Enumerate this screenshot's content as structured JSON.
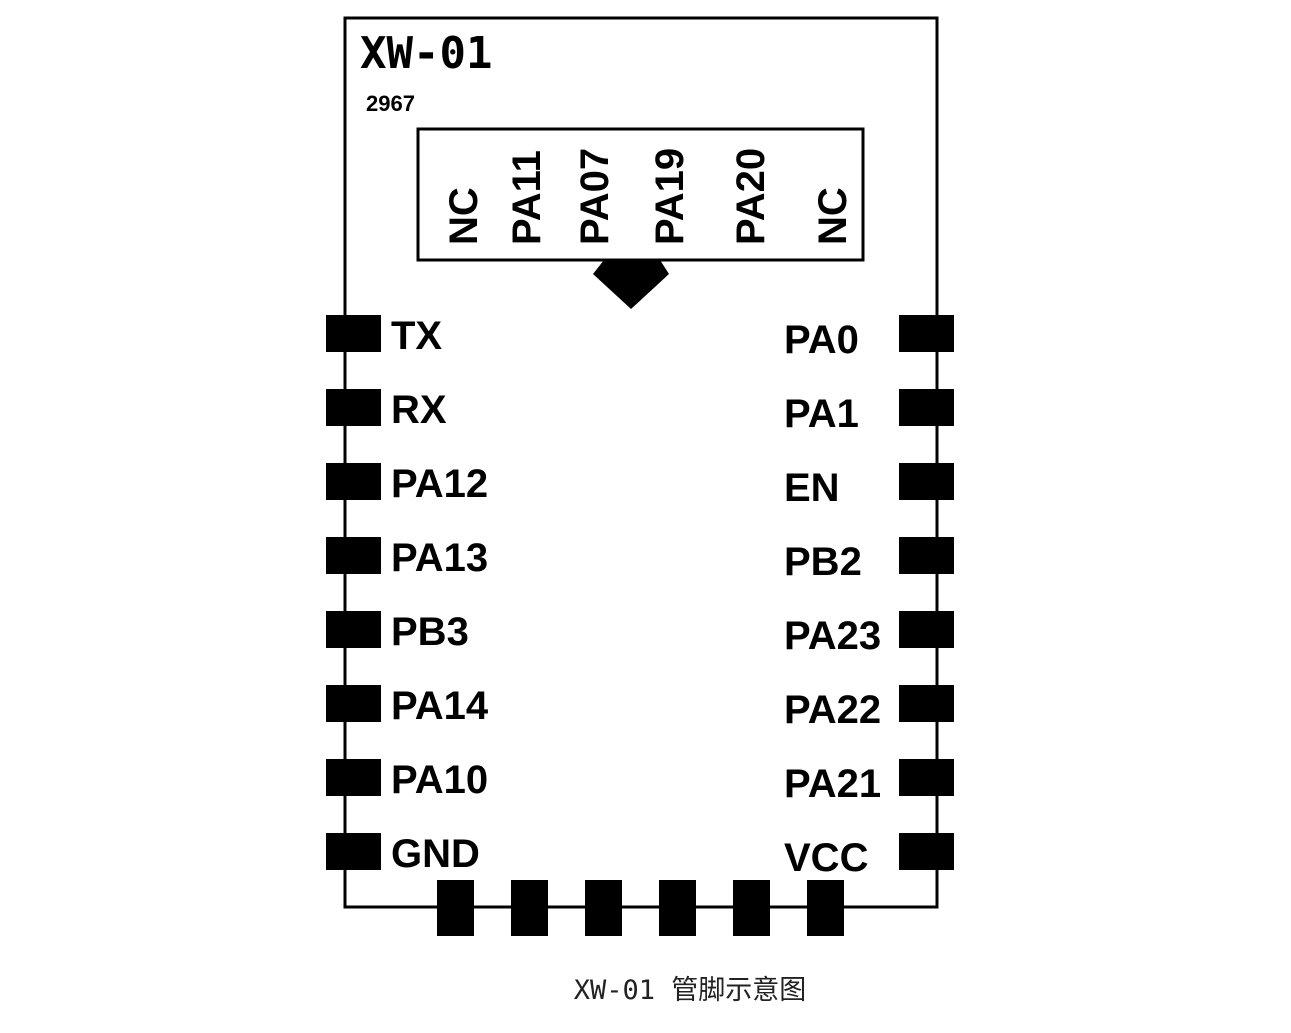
{
  "module": {
    "name": "XW-01",
    "code": "2967"
  },
  "top_pins": [
    "NC",
    "PA11",
    "PA07",
    "PA19",
    "PA20",
    "NC"
  ],
  "left_pins": [
    "TX",
    "RX",
    "PA12",
    "PA13",
    "PB3",
    "PA14",
    "PA10",
    "GND"
  ],
  "right_pins": [
    "PA0",
    "PA1",
    "EN",
    "PB2",
    "PA23",
    "PA22",
    "PA21",
    "VCC"
  ],
  "caption": "XW-01 管脚示意图",
  "colors": {
    "line": "#000000",
    "pad": "#000000",
    "caption": "#222222"
  }
}
